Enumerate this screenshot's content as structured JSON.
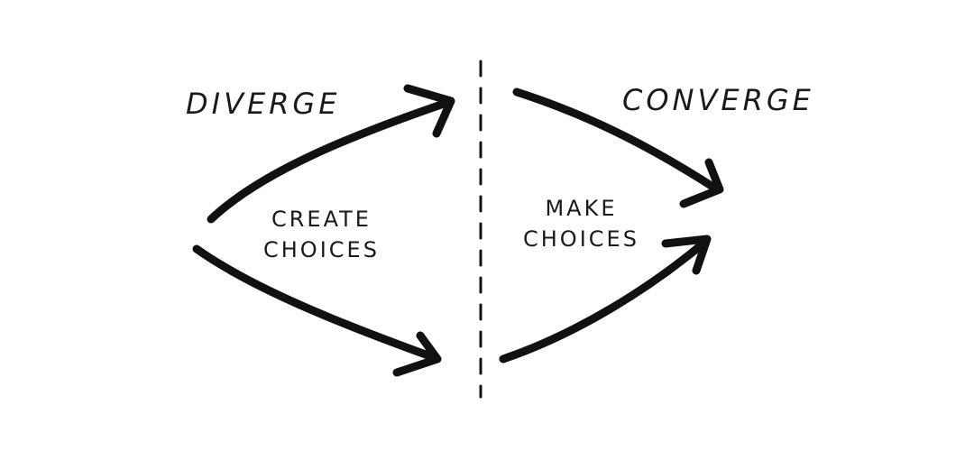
{
  "diagram": {
    "left_title": "Diverge",
    "right_title": "Converge",
    "left_caption": [
      "Create",
      "Choices"
    ],
    "right_caption": [
      "Make",
      "Choices"
    ],
    "ink_color": "#111111",
    "background": "#ffffff"
  }
}
